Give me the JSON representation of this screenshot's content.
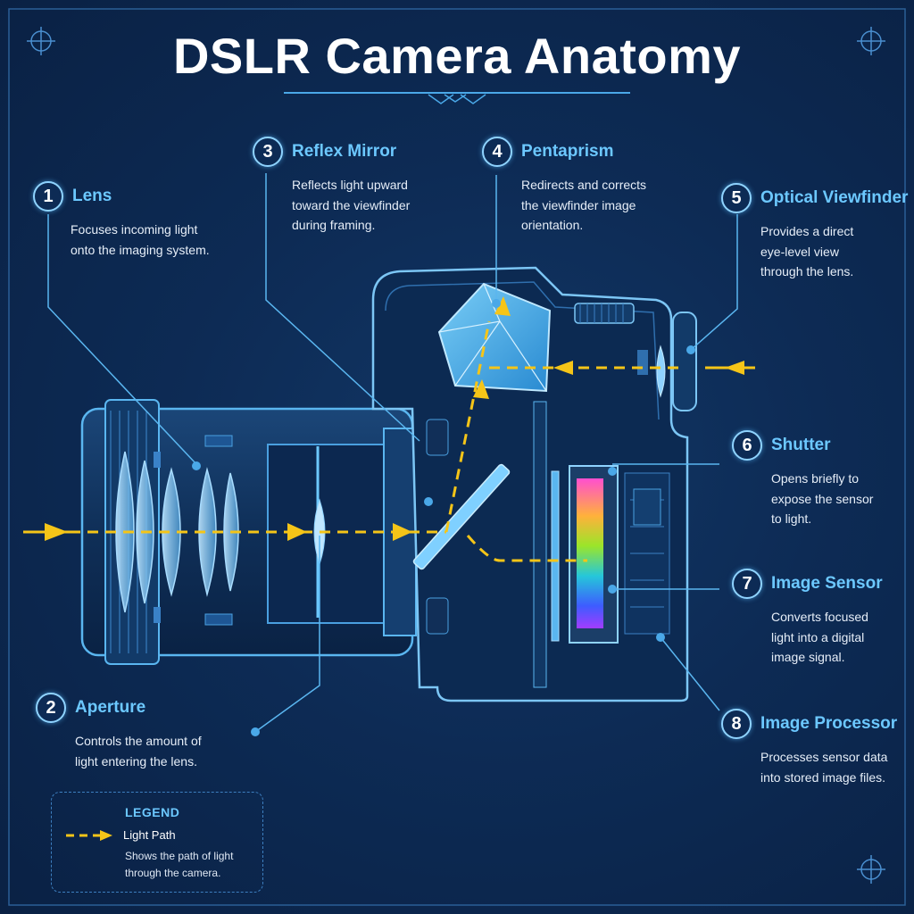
{
  "title": "DSLR Camera Anatomy",
  "callouts": [
    {
      "num": "1",
      "label": "Lens",
      "desc": [
        "Focuses incoming light",
        "onto the imaging system."
      ]
    },
    {
      "num": "2",
      "label": "Aperture",
      "desc": [
        "Controls the amount of",
        "light entering the lens."
      ]
    },
    {
      "num": "3",
      "label": "Reflex Mirror",
      "desc": [
        "Reflects light upward",
        "toward the viewfinder",
        "during framing."
      ]
    },
    {
      "num": "4",
      "label": "Pentaprism",
      "desc": [
        "Redirects and corrects",
        "the viewfinder image",
        "orientation."
      ]
    },
    {
      "num": "5",
      "label": "Optical Viewfinder",
      "desc": [
        "Provides a direct",
        "eye-level view",
        "through the lens."
      ]
    },
    {
      "num": "6",
      "label": "Shutter",
      "desc": [
        "Opens briefly to",
        "expose the sensor",
        "to light."
      ]
    },
    {
      "num": "7",
      "label": "Image Sensor",
      "desc": [
        "Converts focused",
        "light into a digital",
        "image signal."
      ]
    },
    {
      "num": "8",
      "label": "Image Processor",
      "desc": [
        "Processes sensor data",
        "into stored image files."
      ]
    }
  ],
  "legend": {
    "title": "LEGEND",
    "item_label": "Light Path",
    "item_desc": [
      "Shows the path of light",
      "through the camera."
    ]
  },
  "colors": {
    "background": "#0d2b55",
    "accent": "#6cc8ff",
    "light_path": "#f5c518"
  }
}
